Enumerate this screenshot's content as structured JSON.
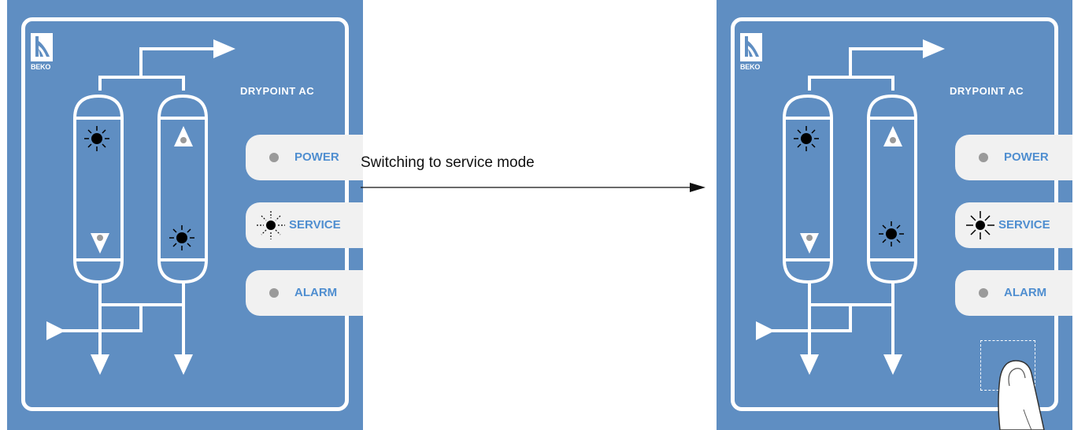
{
  "caption": "Switching to service mode",
  "colors": {
    "panel_blue": "#5f8ec2",
    "label_blue": "#4f8ed0",
    "button_bg": "#f1f1f1",
    "led_off": "#9a9a9a",
    "outline": "#ffffff"
  },
  "panels": [
    {
      "state": "before",
      "brand": "BEKO",
      "title": "DRYPOINT AC",
      "buttons": [
        {
          "label": "POWER",
          "led": "off"
        },
        {
          "label": "SERVICE",
          "led": "blinking"
        },
        {
          "label": "ALARM",
          "led": "off"
        }
      ],
      "service_key_pressed": false
    },
    {
      "state": "after",
      "brand": "BEKO",
      "title": "DRYPOINT AC",
      "buttons": [
        {
          "label": "POWER",
          "led": "off"
        },
        {
          "label": "SERVICE",
          "led": "on"
        },
        {
          "label": "ALARM",
          "led": "off"
        }
      ],
      "service_key_pressed": true
    }
  ],
  "icons": {
    "active_led": "led-on-icon",
    "blink_led": "led-blinking-icon",
    "inlet": "inlet-arrow-icon",
    "outlet": "outlet-arrow-icon",
    "finger": "finger-press-icon"
  }
}
